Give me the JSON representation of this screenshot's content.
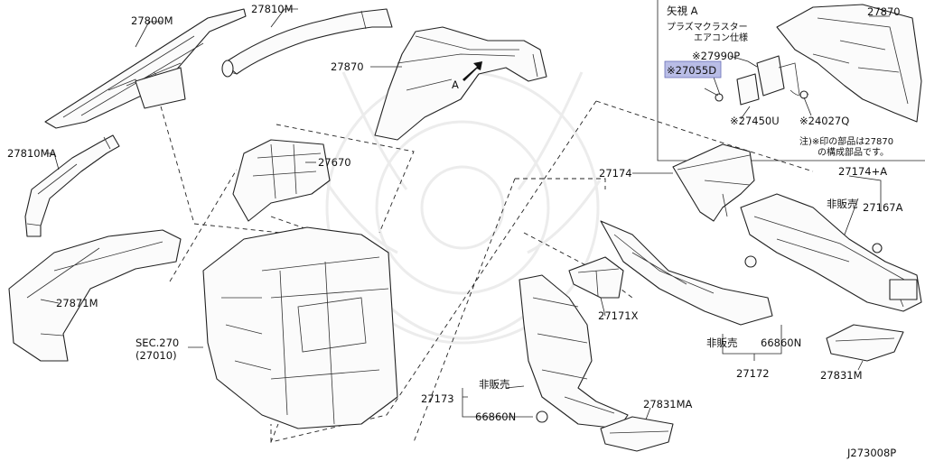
{
  "labels": {
    "p27800M": "27800M",
    "p27810M": "27810M",
    "p27870_main": "27870",
    "arrow_a": "A",
    "p27810MA": "27810MA",
    "p27670": "27670",
    "p27871M": "27871M",
    "sec270_line1": "SEC.270",
    "sec270_line2": "(27010)",
    "p27174": "27174",
    "p27174A": "27174+A",
    "not_for_sale_1": "非販売",
    "p27167A": "27167A",
    "p27171X": "27171X",
    "not_for_sale_2": "非販売",
    "p66860N_right": "66860N",
    "p27172": "27172",
    "p27831M": "27831M",
    "p27173": "27173",
    "not_for_sale_3": "非販売",
    "p66860N_left": "66860N",
    "p27831MA": "27831MA",
    "diagram_code": "J273008P"
  },
  "inset": {
    "view_label": "矢視 A",
    "note_line1": "プラズマクラスター",
    "note_line2": "エアコン仕様",
    "p27870": "27870",
    "p27990P": "※27990P",
    "p27055D": "※27055D",
    "p27450U": "※27450U",
    "p24027Q": "※24027Q",
    "footnote_line1": "注)※印の部品は27870",
    "footnote_line2": "の構成部品です。"
  },
  "colors": {
    "highlight": "#b9bde6",
    "line": "#222222",
    "watermark": "#ececec"
  }
}
